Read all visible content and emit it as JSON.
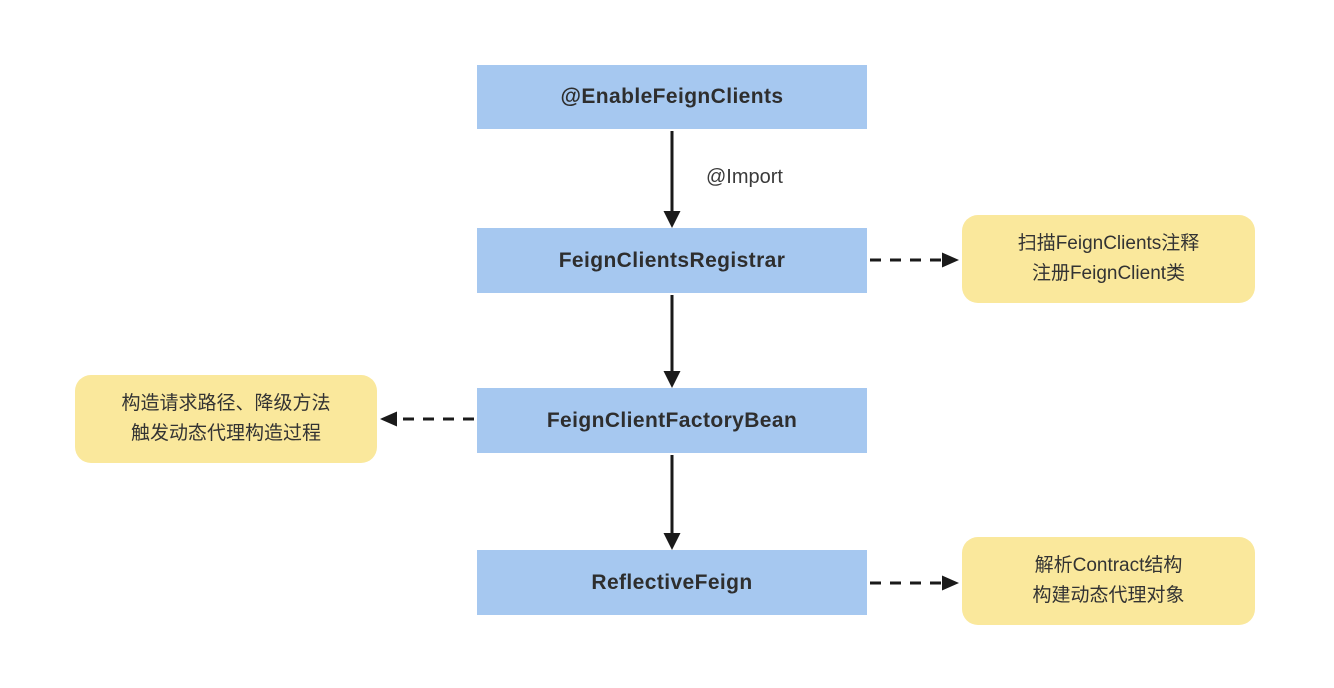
{
  "diagram": {
    "nodes": {
      "enableFeignClients": {
        "label": "@EnableFeignClients"
      },
      "feignClientsRegistrar": {
        "label": "FeignClientsRegistrar"
      },
      "feignClientFactoryBean": {
        "label": "FeignClientFactoryBean"
      },
      "reflectiveFeign": {
        "label": "ReflectiveFeign"
      }
    },
    "edge_labels": {
      "import": "@Import"
    },
    "notes": {
      "registrar": {
        "line1": "扫描FeignClients注释",
        "line2": "注册FeignClient类"
      },
      "factory": {
        "line1": "构造请求路径、降级方法",
        "line2": "触发动态代理构造过程"
      },
      "reflective": {
        "line1": "解析Contract结构",
        "line2": "构建动态代理对象"
      }
    },
    "colors": {
      "node_fill": "#a6c8f0",
      "note_fill": "#fae89c",
      "arrow": "#1a1a1a",
      "node_text": "#2e2e2e",
      "note_text": "#333333",
      "background": "#ffffff"
    }
  }
}
